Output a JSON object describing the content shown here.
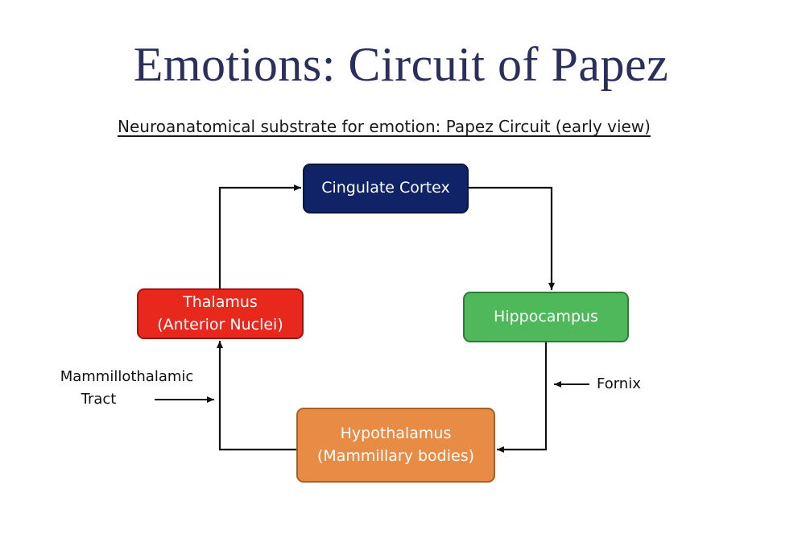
{
  "slide": {
    "title": "Emotions: Circuit of Papez",
    "subtitle": "Neuroanatomical substrate for emotion: Papez Circuit (early view)"
  },
  "nodes": {
    "cingulate": {
      "line1": "Cingulate Cortex",
      "color": "#0f2366"
    },
    "thalamus": {
      "line1": "Thalamus",
      "line2": "(Anterior Nuclei)",
      "color": "#e8281c"
    },
    "hippocampus": {
      "line1": "Hippocampus",
      "color": "#4fb85a"
    },
    "hypothalamus": {
      "line1": "Hypothalamus",
      "line2": "(Mammillary bodies)",
      "color": "#e88b45"
    }
  },
  "pathway_labels": {
    "mammillothalamic_line1": "Mammillothalamic",
    "mammillothalamic_line2": "Tract",
    "fornix": "Fornix"
  },
  "edges": [
    {
      "from": "Cingulate Cortex",
      "to": "Hippocampus"
    },
    {
      "from": "Hippocampus",
      "to": "Hypothalamus (Mammillary bodies)"
    },
    {
      "from": "Hypothalamus (Mammillary bodies)",
      "to": "Thalamus (Anterior Nuclei)"
    },
    {
      "from": "Thalamus (Anterior Nuclei)",
      "to": "Cingulate Cortex"
    }
  ]
}
